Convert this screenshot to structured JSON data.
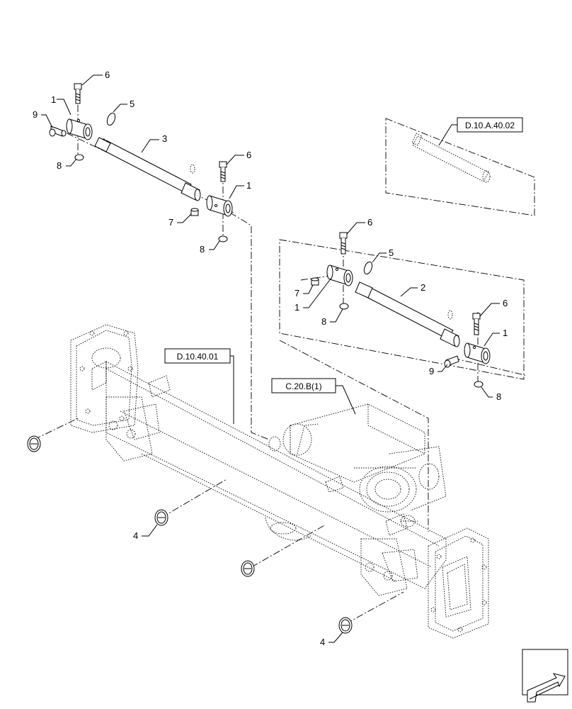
{
  "references": {
    "axle_shaft": "D.10.A.40.02",
    "axle_housing": "D.10.40.01",
    "final_drive": "C.20.B(1)"
  },
  "callouts": {
    "c1": "1",
    "c2": "2",
    "c3": "3",
    "c4": "4",
    "c5": "5",
    "c6": "6",
    "c7": "7",
    "c8": "8",
    "c9": "9"
  }
}
